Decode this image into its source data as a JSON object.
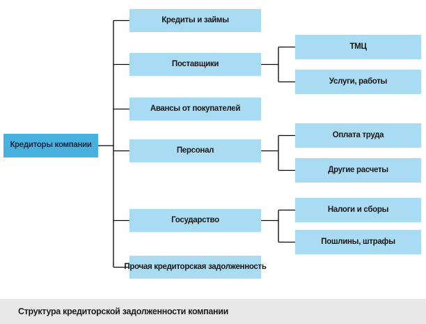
{
  "diagram": {
    "root": {
      "label": "Кредиторы компании"
    },
    "branches": [
      {
        "label": "Кредиты и займы",
        "children": []
      },
      {
        "label": "Поставщики",
        "children": [
          {
            "label": "ТМЦ"
          },
          {
            "label": "Услуги, работы"
          }
        ]
      },
      {
        "label": "Авансы от покупателей",
        "children": []
      },
      {
        "label": "Персонал",
        "children": [
          {
            "label": "Оплата труда"
          },
          {
            "label": "Другие расчеты"
          }
        ]
      },
      {
        "label": "Государство",
        "children": [
          {
            "label": "Налоги и сборы"
          },
          {
            "label": "Пошлины, штрафы"
          }
        ]
      },
      {
        "label": "Прочая кредиторская задолженность",
        "children": []
      }
    ],
    "caption": "Структура кредиторской задолженности компании",
    "colors": {
      "node_fill": "#a9dbf2",
      "root_fill": "#49b1dd",
      "root_text": "#0e2b45",
      "node_text": "#161616",
      "line": "#000000",
      "caption_bg": "#e8e8e8"
    }
  }
}
